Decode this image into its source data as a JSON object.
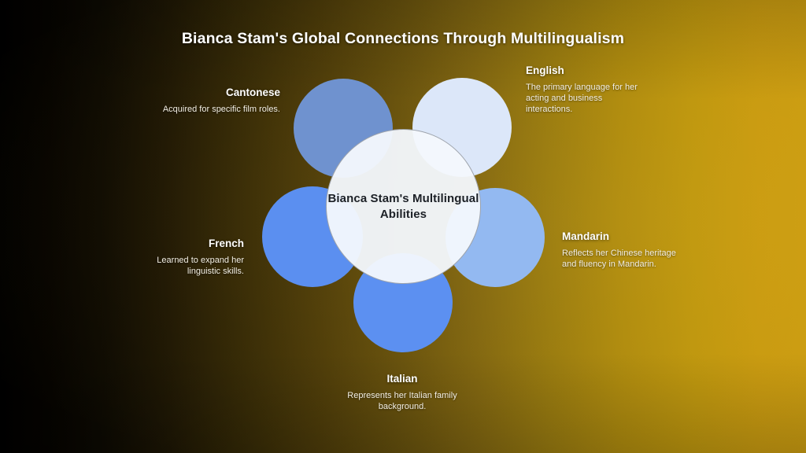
{
  "title": "Bianca Stam's Global Connections Through Multilingualism",
  "hub": {
    "label": "Bianca Stam's Multilingual Abilities"
  },
  "chart_data": {
    "type": "diagram",
    "subtype": "radial-petal-hub",
    "title": "Bianca Stam's Global Connections Through Multilingualism",
    "center": "Bianca Stam's Multilingual Abilities",
    "legend": "none",
    "nodes": [
      {
        "id": "cantonese",
        "label": "Cantonese",
        "description": "Acquired for specific film roles.",
        "color": "#6f92cf",
        "position": "upper-left",
        "text_align": "right"
      },
      {
        "id": "english",
        "label": "English",
        "description": "The primary language for her acting and business interactions.",
        "color": "#dce7f9",
        "position": "upper-right",
        "text_align": "left"
      },
      {
        "id": "mandarin",
        "label": "Mandarin",
        "description": "Reflects her Chinese heritage and fluency in Mandarin.",
        "color": "#93b9f1",
        "position": "right",
        "text_align": "left"
      },
      {
        "id": "italian",
        "label": "Italian",
        "description": "Represents her Italian family background.",
        "color": "#5c90f1",
        "position": "bottom",
        "text_align": "center"
      },
      {
        "id": "french",
        "label": "French",
        "description": "Learned to expand her linguistic skills.",
        "color": "#5b8ff0",
        "position": "left",
        "text_align": "right"
      }
    ],
    "background": {
      "type": "linear-gradient",
      "direction": "left-to-right",
      "from": "#000000",
      "to": "#ca9c11"
    },
    "hub_color": "#f4f8fd",
    "title_color": "#ffffff",
    "label_color": "#ffffff",
    "description_color": "#f2eee4"
  }
}
